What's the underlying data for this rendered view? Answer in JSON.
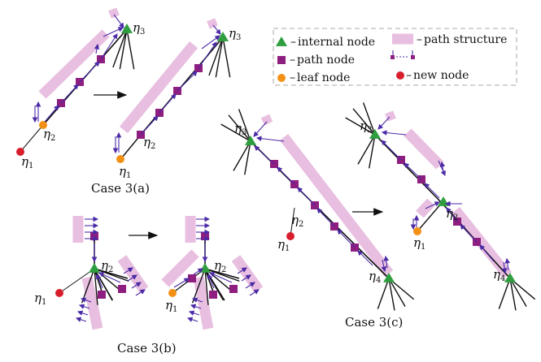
{
  "legend": {
    "internal_node": "internal node",
    "path_node": "path node",
    "leaf_node": "leaf node",
    "new_node": "new node",
    "path_structure": "path structure"
  },
  "captions": {
    "case_a": "Case 3(a)",
    "case_b": "Case 3(b)",
    "case_c": "Case 3(c)"
  },
  "symbols": {
    "eta": "η",
    "dash": "–"
  },
  "node_labels": {
    "n1": "1",
    "n2": "2",
    "n3": "3",
    "n4": "4"
  },
  "colors": {
    "internal": "#2e9e3e",
    "path": "#8e1e80",
    "leaf": "#f39117",
    "new": "#d81e2c",
    "structure": "#e8bfe0",
    "pointer": "#4b2aa6",
    "edge": "#111111"
  }
}
